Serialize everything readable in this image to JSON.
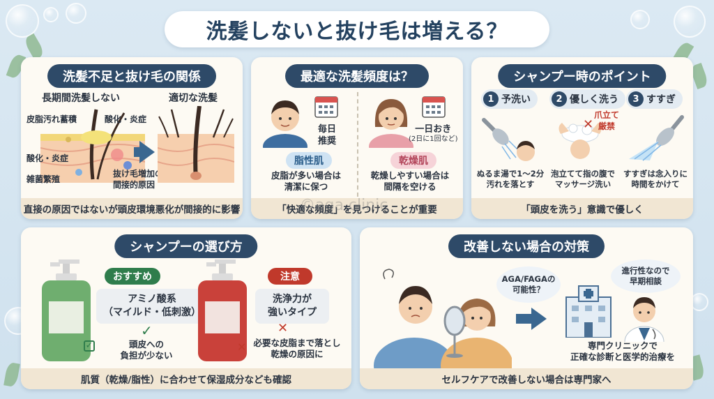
{
  "title": "洗髪しないと抜け毛は増える？",
  "watermark": "©aga clinic",
  "panel1": {
    "heading": "洗髪不足と抜け毛の関係",
    "left_caption": "長期間洗髪しない",
    "right_caption": "適切な洗髪",
    "label_sebum": "皮脂汚れ蓄積",
    "label_oxid1": "酸化・炎症",
    "label_oxid2": "酸化・炎症",
    "label_bacteria": "雑菌繁殖",
    "label_hairloss": "抜け毛増加の",
    "label_hairloss2": "間接的原因",
    "footer": "直接の原因ではないが頭皮環境悪化が間接的に影響"
  },
  "panel2": {
    "heading": "最適な洗髪頻度は？",
    "man_freq1": "毎日",
    "man_freq2": "推奨",
    "woman_freq1": "一日おき",
    "woman_freq2": "(2日に1回など)",
    "oily_tag": "脂性肌",
    "dry_tag": "乾燥肌",
    "oily_desc1": "皮脂が多い場合は",
    "oily_desc2": "清潔に保つ",
    "dry_desc1": "乾燥しやすい場合は",
    "dry_desc2": "間隔を空ける",
    "footer": "「快適な頻度」を見つけることが重要"
  },
  "panel3": {
    "heading": "シャンプー時のポイント",
    "step1_num": "1",
    "step1": "予洗い",
    "step2_num": "2",
    "step2": "優しく洗う",
    "step3_num": "3",
    "step3": "すすぎ",
    "warning1": "爪立て",
    "warning2": "厳禁",
    "desc1a": "ぬるま湯で1〜2分",
    "desc1b": "汚れを落とす",
    "desc2a": "泡立てて指の腹で",
    "desc2b": "マッサージ洗い",
    "desc3a": "すすぎは念入りに",
    "desc3b": "時間をかけて",
    "footer": "「頭皮を洗う」意識で優しく"
  },
  "panel4": {
    "heading": "シャンプーの選び方",
    "recommend_tag": "おすすめ",
    "caution_tag": "注意",
    "recommend_chip1": "アミノ酸系",
    "recommend_chip2": "（マイルド・低刺激）",
    "recommend_desc1": "頭皮への",
    "recommend_desc2": "負担が少ない",
    "caution_chip1": "洗浄力が",
    "caution_chip2": "強いタイプ",
    "caution_desc1": "必要な皮脂まで落とし",
    "caution_desc2": "乾燥の原因に",
    "footer": "肌質（乾燥/脂性）に合わせて保湿成分なども確認"
  },
  "panel5": {
    "heading": "改善しない場合の対策",
    "bubble1a": "AGA/FAGAの",
    "bubble1b": "可能性？",
    "bubble2a": "進行性なので",
    "bubble2b": "早期相談",
    "clinic1": "専門クリニックで",
    "clinic2": "正確な診断と医学的治療を",
    "footer": "セルフケアで改善しない場合は専門家へ"
  },
  "colors": {
    "navy": "#2e4a68",
    "accent_blue": "#3a6790",
    "recommend_green": "#2f7d4c",
    "caution_red": "#c0392b",
    "panel_bg": "#fdfaf3",
    "footer_bg": "#f1e6d3"
  }
}
